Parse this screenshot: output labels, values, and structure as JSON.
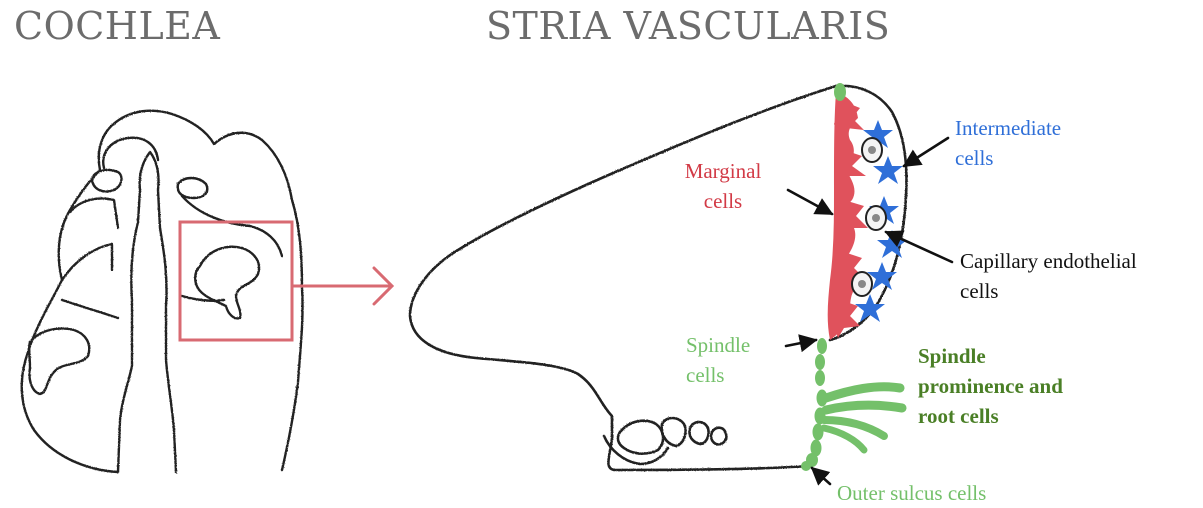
{
  "titles": {
    "left": "COCHLEA",
    "right": "STRIA VASCULARIS"
  },
  "labels": {
    "marginal": [
      "Marginal",
      "cells"
    ],
    "intermediate": [
      "Intermediate",
      "cells"
    ],
    "capillary": [
      "Capillary endothelial",
      "cells"
    ],
    "spindle": [
      "Spindle",
      "cells"
    ],
    "prominence": [
      "Spindle",
      "prominence and",
      "root cells"
    ],
    "outer_sulcus": "Outer sulcus cells"
  },
  "colors": {
    "outline": "#222222",
    "highlight_box": "#d86a72",
    "marginal": "#e0525c",
    "intermediate": "#2f6fd8",
    "spindle": "#74c06a",
    "prominence": "#4a7f26"
  }
}
